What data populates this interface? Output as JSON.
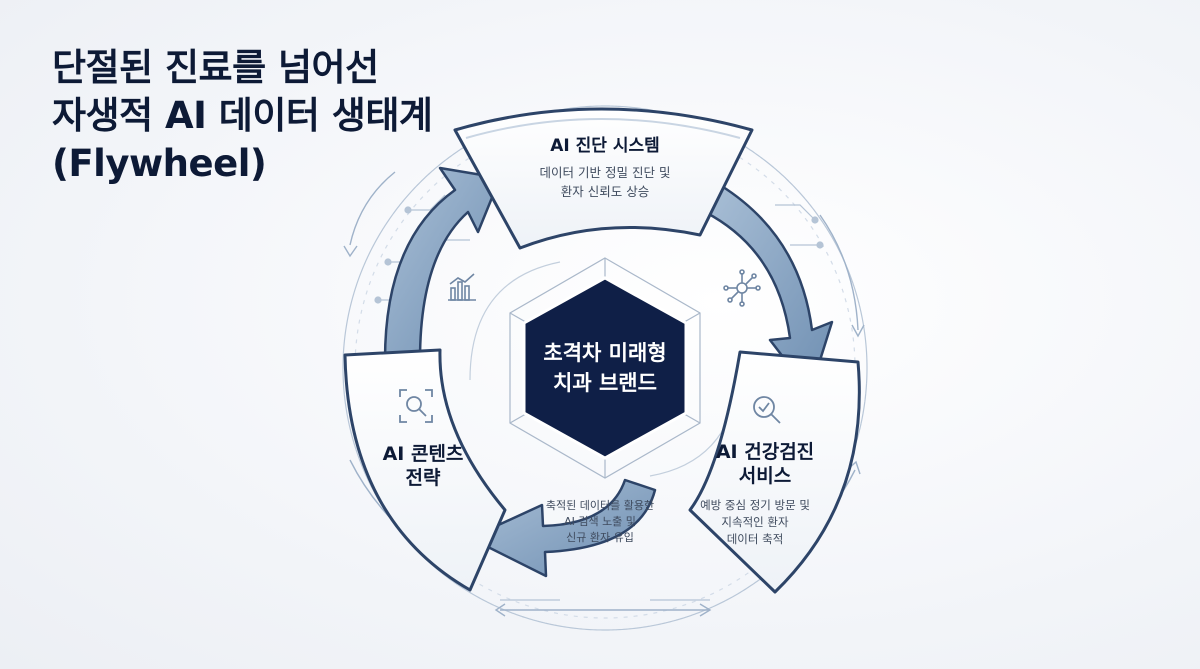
{
  "title": {
    "line1": "단절된 진료를 넘어선",
    "line2": "자생적 AI 데이터 생태계",
    "line3": "(Flywheel)"
  },
  "hub": {
    "line1": "초격차 미래형",
    "line2": "치과 브랜드"
  },
  "segments": {
    "diagnosis": {
      "title": "AI 진단 시스템",
      "desc1": "데이터 기반 정밀 진단 및",
      "desc2": "환자 신뢰도 상승",
      "icon": "bar-chart-icon"
    },
    "checkup": {
      "title1": "AI 건강검진",
      "title2": "서비스",
      "desc1": "예방 중심 정기 방문 및",
      "desc2": "지속적인 환자",
      "desc3": "데이터 축적",
      "icon": "magnifier-check-icon"
    },
    "content": {
      "title1": "AI 콘텐츠",
      "title2": "전략",
      "desc1": "축적된 데이터를 활용한",
      "desc2": "AI 검색 노출 및",
      "desc3": "신규 환자 유입",
      "icon": "magnifier-focus-icon"
    }
  },
  "colors": {
    "navy": "#0f1f47",
    "steel_blue": "#7f9fc0",
    "panel_fill": "#ffffff",
    "outline": "#2d4468"
  }
}
